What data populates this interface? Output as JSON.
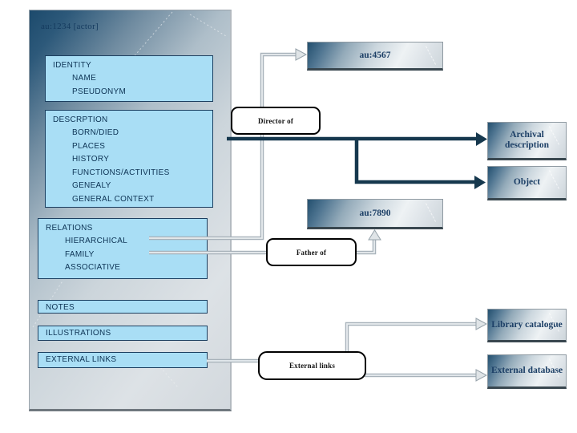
{
  "panel": {
    "title": "au:1234 [actor]"
  },
  "sections": {
    "identity": {
      "label": "IDENTITY",
      "items": [
        "NAME",
        "PSEUDONYM"
      ]
    },
    "description": {
      "label": "DESCRPTION",
      "items": [
        "BORN/DIED",
        "PLACES",
        "HISTORY",
        "FUNCTIONS/ACTIVITIES",
        "GENEALY",
        "GENERAL CONTEXT"
      ]
    },
    "relations": {
      "label": "RELATIONS",
      "items": [
        "HIERARCHICAL",
        "FAMILY",
        "ASSOCIATIVE"
      ]
    },
    "notes": {
      "label": "NOTES"
    },
    "illustrations": {
      "label": "ILLUSTRATIONS"
    },
    "external_links": {
      "label": "EXTERNAL LINKS"
    }
  },
  "entities": {
    "au4567": {
      "label": "au:4567"
    },
    "au7890": {
      "label": "au:7890"
    },
    "archival_description": {
      "label": "Archival description"
    },
    "object": {
      "label": "Object"
    },
    "library_catalogue": {
      "label": "Library catalogue"
    },
    "external_database": {
      "label": "External database"
    }
  },
  "relation_labels": {
    "director_of": "Director of",
    "father_of": "Father of",
    "external_links": "External links"
  },
  "colors": {
    "panel_dark": "#1c4a6c",
    "section_fill": "#a9def5",
    "section_border": "#1c3f60",
    "connector_light": "#a8b2ba",
    "connector_dark": "#16384e",
    "entity_text": "#1c3f66"
  }
}
